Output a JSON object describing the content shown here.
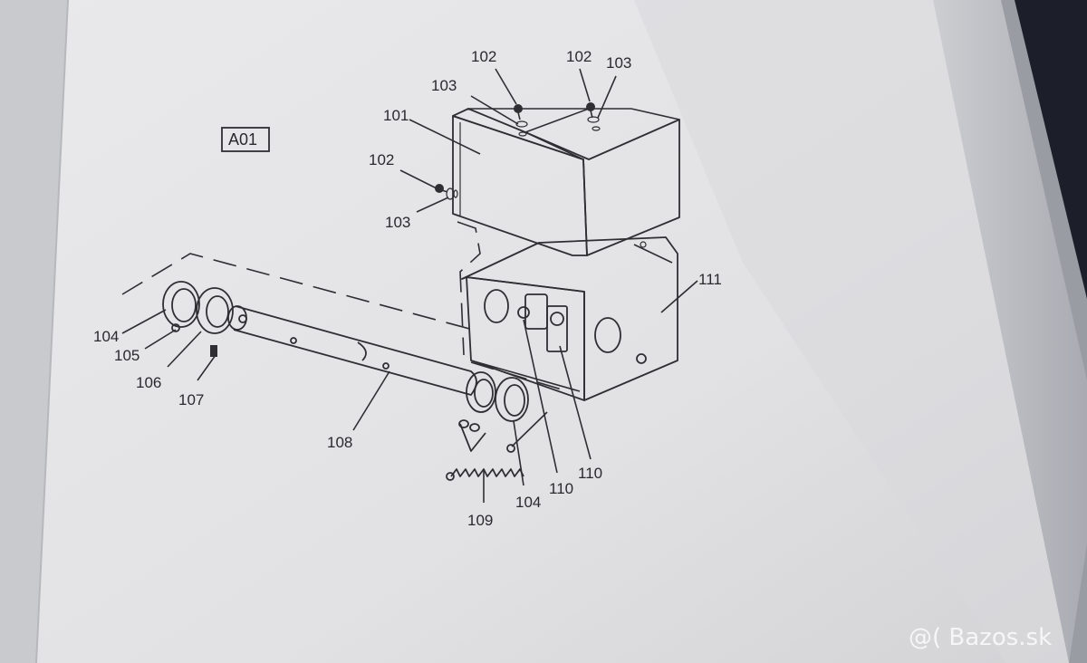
{
  "diagram": {
    "section_code": "A01",
    "callouts": [
      {
        "id": "c101-label",
        "text": "101"
      },
      {
        "id": "c102a-label",
        "text": "102"
      },
      {
        "id": "c102b-label",
        "text": "102"
      },
      {
        "id": "c102c-label",
        "text": "102"
      },
      {
        "id": "c103a-label",
        "text": "103"
      },
      {
        "id": "c103b-label",
        "text": "103"
      },
      {
        "id": "c103c-label",
        "text": "103"
      },
      {
        "id": "c104a-label",
        "text": "104"
      },
      {
        "id": "c104b-label",
        "text": "104"
      },
      {
        "id": "c105-label",
        "text": "105"
      },
      {
        "id": "c106-label",
        "text": "106"
      },
      {
        "id": "c107-label",
        "text": "107"
      },
      {
        "id": "c108-label",
        "text": "108"
      },
      {
        "id": "c109-label",
        "text": "109"
      },
      {
        "id": "c110a-label",
        "text": "110"
      },
      {
        "id": "c110b-label",
        "text": "110"
      },
      {
        "id": "c111-label",
        "text": "111"
      }
    ]
  },
  "watermark": {
    "text": "@( Bazos.sk"
  },
  "colors": {
    "paper": "#e4e4e6",
    "ink": "#2f2f33",
    "background": "#1c1f29"
  }
}
